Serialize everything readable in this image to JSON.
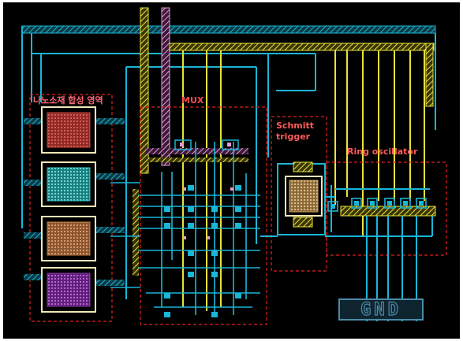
{
  "regions": {
    "nano": "나노소재 합성 영역",
    "mux": "MUX",
    "schmitt_line1": "Schmitt",
    "schmitt_line2": "trigger",
    "ring": "Ring oscillator"
  },
  "gnd_label": "GND",
  "colors": {
    "background": "#000000",
    "metal_cyan": "#19b6d6",
    "metal_yellow": "#e8e23a",
    "metal_pink": "#e39bd6",
    "region_outline": "#e02020",
    "label_nano": "#ff6a78",
    "label_mux": "#ff4a4a",
    "label_other": "#ff5a5a",
    "pad_red": "#c8433c",
    "pad_cyan": "#2fbcb8",
    "pad_orange": "#c07a45",
    "pad_purple": "#8a3aa8",
    "pad_frame": "#f0e7b8",
    "gnd_box": "#4e8aa8"
  },
  "pads": [
    {
      "name": "pad-red",
      "color_key": "pad_red"
    },
    {
      "name": "pad-cyan",
      "color_key": "pad_cyan"
    },
    {
      "name": "pad-orange",
      "color_key": "pad_orange"
    },
    {
      "name": "pad-purple",
      "color_key": "pad_purple"
    }
  ]
}
